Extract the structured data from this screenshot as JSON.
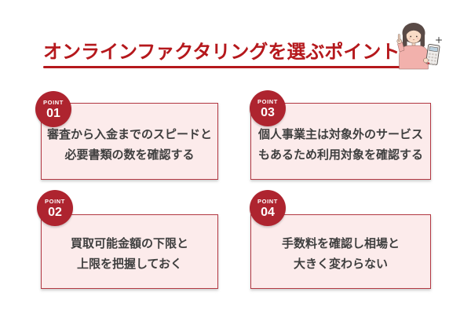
{
  "header": {
    "title": "オンラインファクタリングを選ぶポイント",
    "illustration": "woman-pointing-with-calculator"
  },
  "cards": {
    "top_left": {
      "badge_label": "POINT",
      "badge_number": "01",
      "line1": "審査から入金までのスピードと",
      "line2": "必要書類の数を確認する"
    },
    "bottom_left": {
      "badge_label": "POINT",
      "badge_number": "02",
      "line1": "買取可能金額の下限と",
      "line2": "上限を把握しておく"
    },
    "top_right": {
      "badge_label": "POINT",
      "badge_number": "03",
      "line1": "個人事業主は対象外のサービス",
      "line2": "もあるため利用対象を確認する"
    },
    "bottom_right": {
      "badge_label": "POINT",
      "badge_number": "04",
      "line1": "手数料を確認し相場と",
      "line2": "大きく変わらない"
    }
  },
  "colors": {
    "title_red": "#b5181c",
    "badge_red": "#ae242f",
    "card_border": "#b23842",
    "card_background": "#fcebeb",
    "body_text": "#3f3f3f",
    "page_background": "#ffffff"
  }
}
